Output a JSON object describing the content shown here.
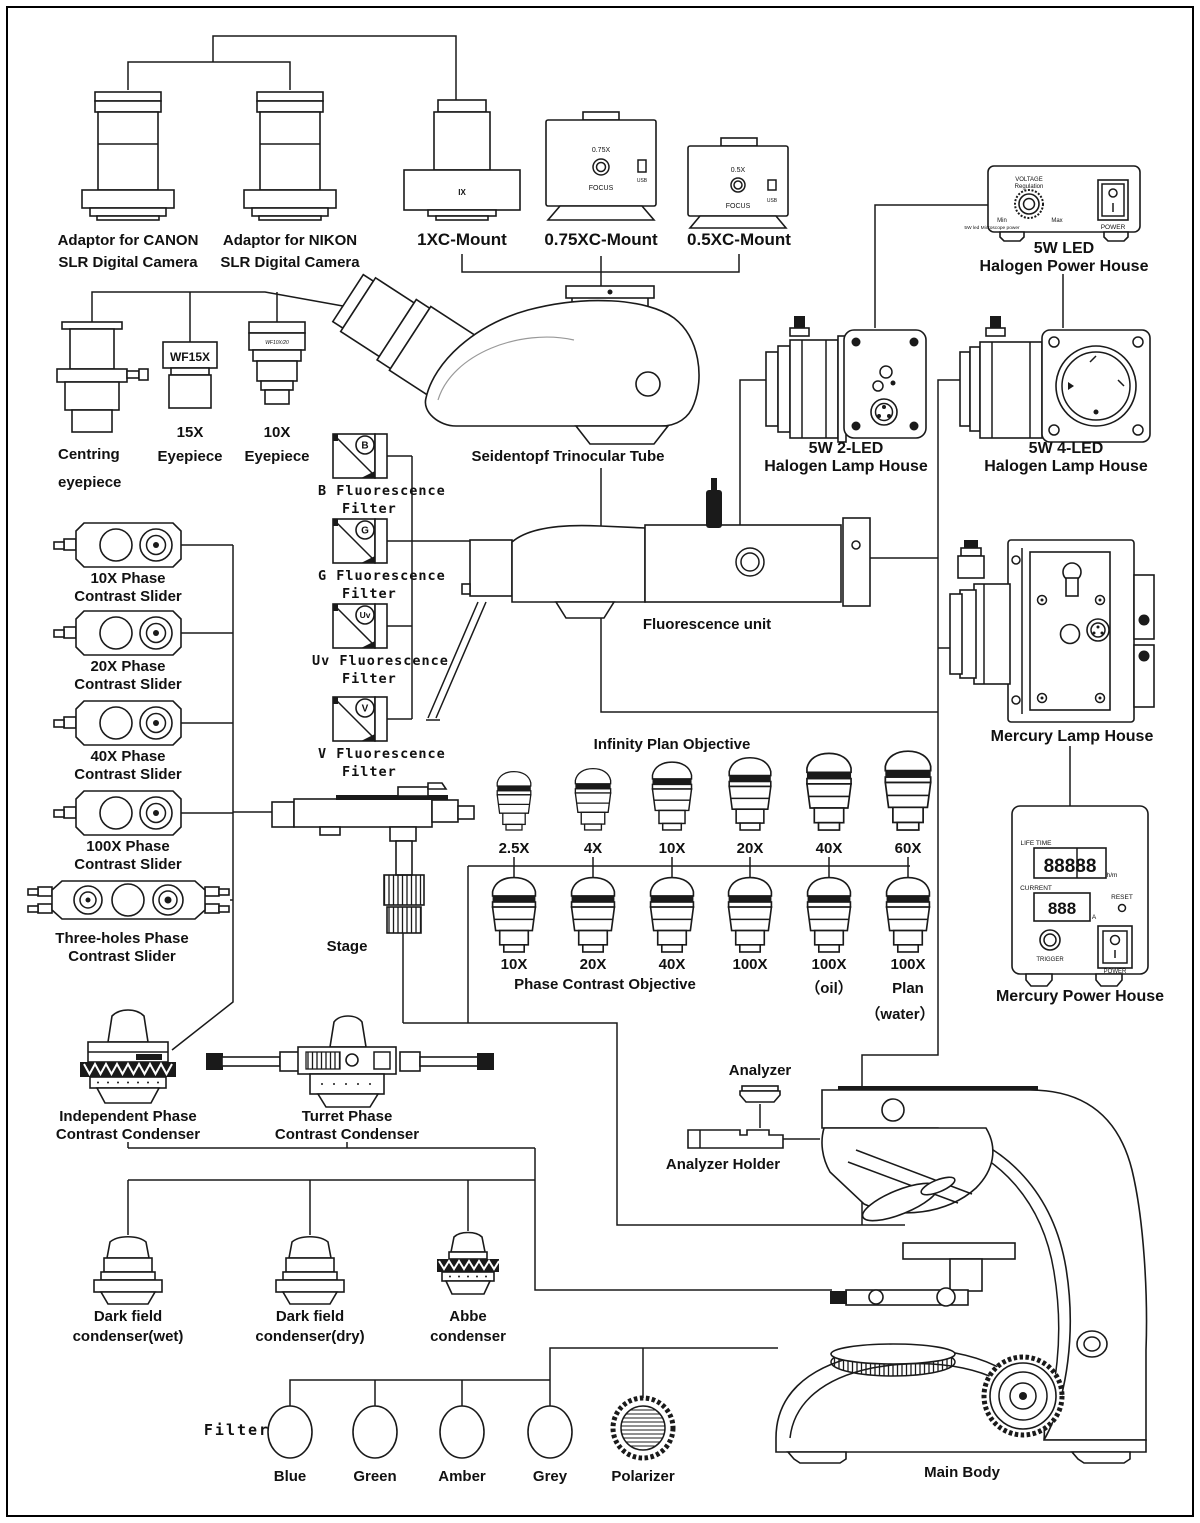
{
  "adaptors": {
    "canon": {
      "line1": "Adaptor for CANON",
      "line2": "SLR Digital Camera"
    },
    "nikon": {
      "line1": "Adaptor for NIKON",
      "line2": "SLR Digital Camera"
    }
  },
  "mounts": {
    "x1": {
      "label": "1XC-Mount",
      "marking": "IX"
    },
    "x075": {
      "label": "0.75XC-Mount",
      "zoom": "0.75X",
      "focus": "FOCUS",
      "usb": "USB"
    },
    "x05": {
      "label": "0.5XC-Mount",
      "zoom": "0.5X",
      "focus": "FOCUS",
      "usb": "USB"
    }
  },
  "led_power_house": {
    "line1": "5W LED",
    "line2": "Halogen Power House",
    "voltage_line1": "VOLTAGE",
    "voltage_line2": "Regulation",
    "min": "Min",
    "max": "Max",
    "caption": "5W led Microscope power",
    "power": "POWER"
  },
  "eyepieces": {
    "centring": {
      "line1": "Centring",
      "line2": "eyepiece"
    },
    "x15": {
      "line1": "15X",
      "line2": "Eyepiece",
      "marking": "WF15X"
    },
    "x10": {
      "line1": "10X",
      "line2": "Eyepiece",
      "marking": "WF10X/20"
    }
  },
  "trinocular_label": "Seidentopf Trinocular Tube",
  "lamp_houses": {
    "led2_line1": "5W 2-LED",
    "led2_line2": "Halogen Lamp House",
    "led4_line1": "5W 4-LED",
    "led4_line2": "Halogen Lamp House",
    "mercury": "Mercury Lamp House"
  },
  "fluo_filters": {
    "b": {
      "letter": "B",
      "line1": "B Fluorescence",
      "line2": "Filter"
    },
    "g": {
      "letter": "G",
      "line1": "G Fluorescence",
      "line2": "Filter"
    },
    "uv": {
      "letter": "Uv",
      "line1": "Uv Fluorescence",
      "line2": "Filter"
    },
    "v": {
      "letter": "V",
      "line1": "V Fluorescence",
      "line2": "Filter"
    }
  },
  "sliders": {
    "s10": {
      "line1": "10X Phase",
      "line2": "Contrast Slider"
    },
    "s20": {
      "line1": "20X Phase",
      "line2": "Contrast Slider"
    },
    "s40": {
      "line1": "40X Phase",
      "line2": "Contrast Slider"
    },
    "s100": {
      "line1": "100X Phase",
      "line2": "Contrast Slider"
    },
    "s3": {
      "line1": "Three-holes Phase",
      "line2": "Contrast Slider"
    }
  },
  "fluorescence_unit_label": "Fluorescence unit",
  "objectives": {
    "infinity_header": "Infinity Plan Objective",
    "phase_header": "Phase Contrast Objective",
    "row1": [
      "2.5X",
      "4X",
      "10X",
      "20X",
      "40X",
      "60X"
    ],
    "row2": [
      "10X",
      "20X",
      "40X",
      "100X",
      "100X",
      "100X"
    ],
    "oil": "（oil）",
    "plan": "Plan",
    "water": "（water）"
  },
  "mercury_power_house": {
    "label": "Mercury Power House",
    "life_time": "LIFE TIME",
    "life_value": "88888",
    "life_unit": "h/m",
    "current": "CURRENT",
    "current_value": "888",
    "current_unit": "A",
    "reset": "RESET",
    "trigger": "TRIGGER",
    "power": "POWER"
  },
  "stage_label": "Stage",
  "condensers": {
    "independent": {
      "line1": "Independent Phase",
      "line2": "Contrast Condenser"
    },
    "turret": {
      "line1": "Turret Phase",
      "line2": "Contrast Condenser"
    },
    "wet": {
      "line1": "Dark field",
      "line2": "condenser(wet)"
    },
    "dry": {
      "line1": "Dark field",
      "line2": "condenser(dry)"
    },
    "abbe": {
      "line1": "Abbe",
      "line2": "condenser"
    }
  },
  "analyzer": {
    "label": "Analyzer",
    "holder_label": "Analyzer Holder"
  },
  "filters": {
    "group_label": "Filter",
    "blue": "Blue",
    "green": "Green",
    "amber": "Amber",
    "grey": "Grey",
    "polarizer": "Polarizer"
  },
  "main_body_label": "Main Body"
}
